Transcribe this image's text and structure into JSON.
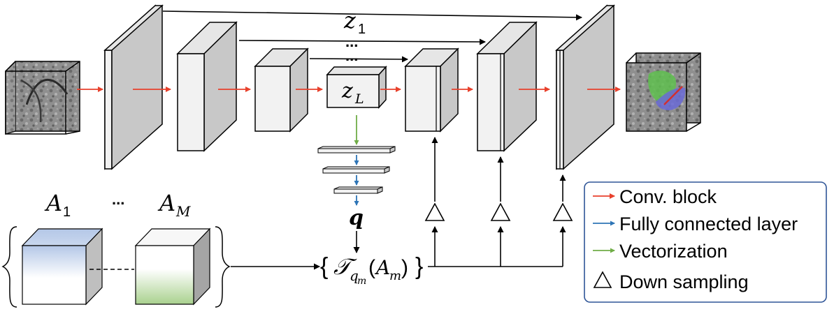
{
  "diagram": {
    "skip_labels": {
      "z1": {
        "base": "z",
        "sub": "1"
      },
      "dots": "..."
    },
    "bottleneck": {
      "base": "z",
      "sub": "L"
    },
    "vector_output": "q",
    "atlas_labels": {
      "first": {
        "base": "A",
        "sub": "1"
      },
      "ellipsis": "...",
      "last": {
        "base": "A",
        "sub": "M"
      }
    },
    "transform": {
      "open": "{",
      "func": "𝒯",
      "sub": "q",
      "subsub": "m",
      "arg_open": "(",
      "arg_base": "A",
      "arg_sub": "m",
      "arg_close": ")",
      "close": "}"
    }
  },
  "legend": {
    "items": [
      {
        "label": "Conv. block",
        "color": "#e8412c",
        "kind": "arrow"
      },
      {
        "label": "Fully connected layer",
        "color": "#2e75b6",
        "kind": "arrow"
      },
      {
        "label": "Vectorization",
        "color": "#70ad47",
        "kind": "arrow"
      },
      {
        "label": "Down sampling",
        "color": "#000000",
        "kind": "triangle"
      }
    ]
  },
  "colors": {
    "conv": "#e8412c",
    "fc": "#2e75b6",
    "vector": "#70ad47",
    "block_front": "#f2f2f2",
    "block_side": "#c8c8c8",
    "legend_border": "#2f5597"
  }
}
